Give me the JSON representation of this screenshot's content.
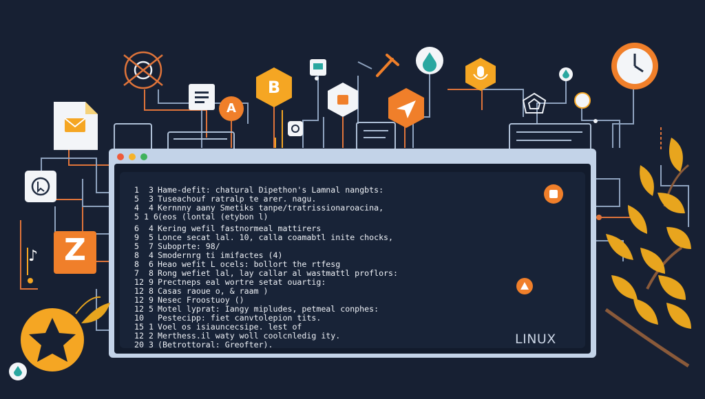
{
  "terminal": {
    "lines": [
      {
        "num": "1  3",
        "text": "Hame-defit: chatural Dipethon's Lamnal nangbts:"
      },
      {
        "num": "5  3",
        "text": "Tuseachouf ratralp te arer. nagu."
      },
      {
        "num": "4  4",
        "text": "Kernnny aany Smetiks tanpe/tratrissionaroacina,"
      },
      {
        "num": "5 1 6",
        "text": "(eos (lontal (etybon l)"
      },
      {
        "num": "6  4",
        "text": "Kering wefil fastnormeal mattirers"
      },
      {
        "num": "9  5",
        "text": "Lonce secat lal. 10, calla coamabtl inite chocks,"
      },
      {
        "num": "5  7",
        "text": "Suboprte: 98/"
      },
      {
        "num": "8  4",
        "text": "Smodernrg ti imifactes (4)"
      },
      {
        "num": "8  6",
        "text": "Heao wefit L ocels: bollort the rtfesg"
      },
      {
        "num": "7  8",
        "text": "Rong wefiet lal, lay callar al wastmattl proflors:"
      },
      {
        "num": "12 9",
        "text": "Prectneps eal wortre setat ouartig:"
      },
      {
        "num": "12 8",
        "text": "Casas raoue o, & raam )"
      },
      {
        "num": "12 9",
        "text": "Nesec Froostuoy ()"
      },
      {
        "num": "12 5",
        "text": "Motel lyprat: Iangy mipludes, petmeal conphes:"
      },
      {
        "num": "10",
        "text": "Pestecipp: fiet canvtolepion tits."
      },
      {
        "num": "15 1",
        "text": "Voel os isiauncecsipe. lest of"
      },
      {
        "num": "12 2",
        "text": "Merthess.il waty woll coolcnledig ity."
      },
      {
        "num": "20 3",
        "text": "(Betrottoral: Greofter)."
      }
    ],
    "brand": "LINUX"
  },
  "badges": {
    "b_hex": "B",
    "a_circle": "A",
    "z_square": "Z",
    "music_glyph": "♪"
  },
  "colors": {
    "background": "#172033",
    "orange": "#f07f2a",
    "amber": "#f5a623",
    "terminal_frame": "#c3d3e8",
    "terminal_body": "#121b2c",
    "leaf": "#e8a51e"
  }
}
